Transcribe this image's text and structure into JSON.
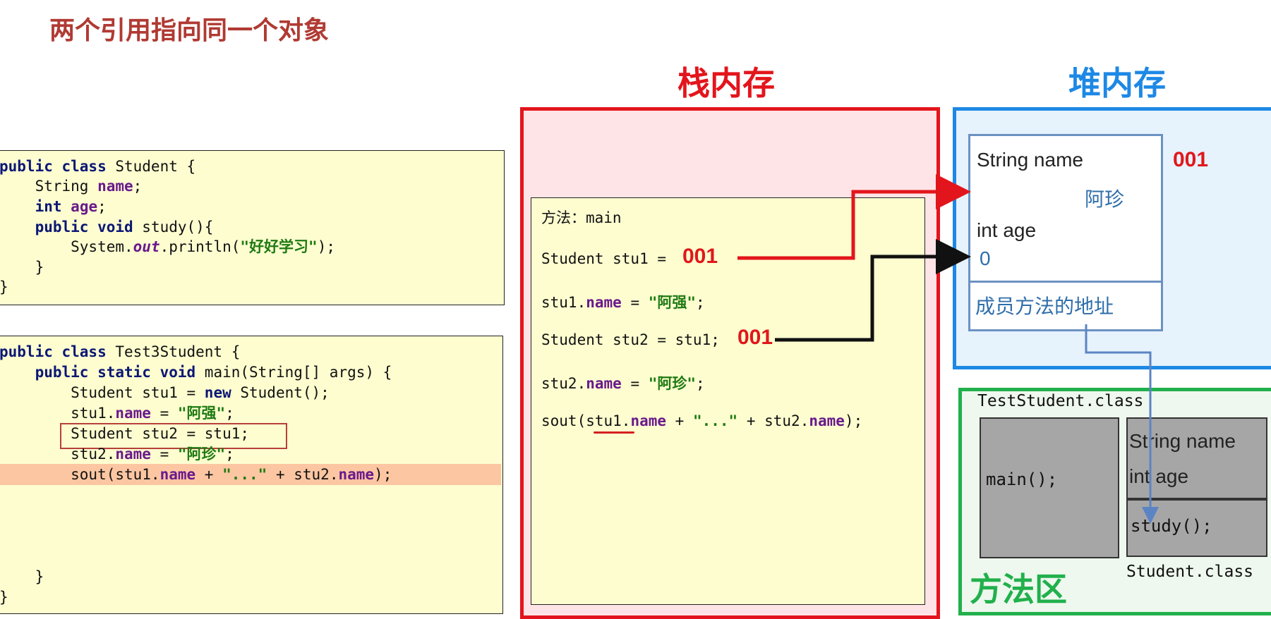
{
  "title": "两个引用指向同一个对象",
  "stack": {
    "title": "栈内存",
    "title_color": "#e3151c",
    "method_label": "方法：main"
  },
  "heap": {
    "title": "堆内存",
    "title_color": "#1e88e5",
    "field_name": "String name",
    "name_value": "阿珍",
    "field_age": "int age",
    "age_value": "0",
    "address": "001",
    "member_methods": "成员方法的地址"
  },
  "method_area": {
    "title": "方法区",
    "title_color": "#21b04c",
    "test_class": "TestStudent.class",
    "main_method": "main();",
    "student_field_name": "String name",
    "student_field_age": "int age",
    "study_method": "study();",
    "student_class": "Student.class"
  },
  "stack_code": {
    "l1a": "Student stu1 = ",
    "l1addr": "001",
    "l2a": "stu1.",
    "l2b": "name",
    "l2c": " = ",
    "l2d": "\"阿强\"",
    "l2e": ";",
    "l3a": "Student stu2 = stu1; ",
    "l3addr": "001",
    "l4a": "stu2.",
    "l4b": "name",
    "l4c": " = ",
    "l4d": "\"阿珍\"",
    "l4e": ";",
    "l5a": "sout(",
    "l5b": "stu1",
    "l5c": ".",
    "l5d": "name",
    "l5e": " + ",
    "l5f": "\"...\"",
    "l5g": " + stu2.",
    "l5h": "name",
    "l5i": ");"
  },
  "code_student": {
    "l1a": "public class",
    "l1b": " Student {",
    "l2a": "    String ",
    "l2b": "name",
    "l2c": ";",
    "l3a": "    int",
    "l3b": " ",
    "l3c": "age",
    "l3d": ";",
    "l4a": "    public void",
    "l4b": " study(){",
    "l5a": "        System.",
    "l5b": "out",
    "l5c": ".println(",
    "l5d": "\"好好学习\"",
    "l5e": ");",
    "l6": "    }",
    "l7": "}"
  },
  "code_test": {
    "l1a": "public class",
    "l1b": " Test3Student {",
    "l2a": "    public static void",
    "l2b": " main(String[] args) {",
    "l3a": "        Student stu1 = ",
    "l3b": "new",
    "l3c": " Student();",
    "l4a": "        stu1.",
    "l4b": "name",
    "l4c": " = ",
    "l4d": "\"阿强\"",
    "l4e": ";",
    "l5": "        Student stu2 = stu1;",
    "l6a": "        stu2.",
    "l6b": "name",
    "l6c": " = ",
    "l6d": "\"阿珍\"",
    "l6e": ";",
    "l7a": "        sout(stu1.",
    "l7b": "name",
    "l7c": " + ",
    "l7d": "\"...\"",
    "l7e": " + stu2.",
    "l7f": "name",
    "l7g": ");",
    "l8": "    }",
    "l9": "}"
  }
}
